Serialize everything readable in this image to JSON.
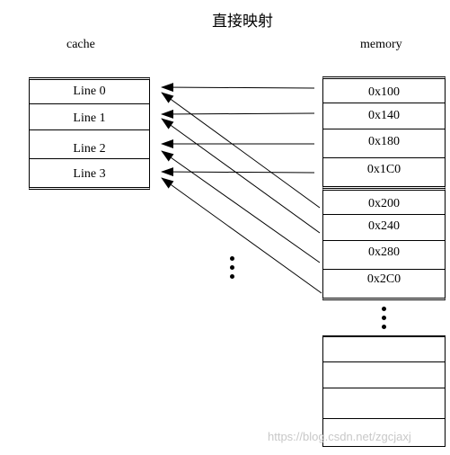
{
  "title": "直接映射",
  "cache": {
    "label": "cache",
    "lines": [
      "Line 0",
      "Line 1",
      "Line 2",
      "Line 3"
    ]
  },
  "memory": {
    "label": "memory",
    "group1": [
      "0x100",
      "0x140",
      "0x180",
      "0x1C0"
    ],
    "group2": [
      "0x200",
      "0x240",
      "0x280",
      "0x2C0"
    ],
    "empty_rows": 4
  },
  "mapping": [
    {
      "from": "0x100",
      "to": "Line 0"
    },
    {
      "from": "0x140",
      "to": "Line 1"
    },
    {
      "from": "0x180",
      "to": "Line 2"
    },
    {
      "from": "0x1C0",
      "to": "Line 3"
    },
    {
      "from": "0x200",
      "to": "Line 0"
    },
    {
      "from": "0x240",
      "to": "Line 1"
    },
    {
      "from": "0x280",
      "to": "Line 2"
    },
    {
      "from": "0x2C0",
      "to": "Line 3"
    }
  ],
  "watermark": "https://blog.csdn.net/zgcjaxj"
}
